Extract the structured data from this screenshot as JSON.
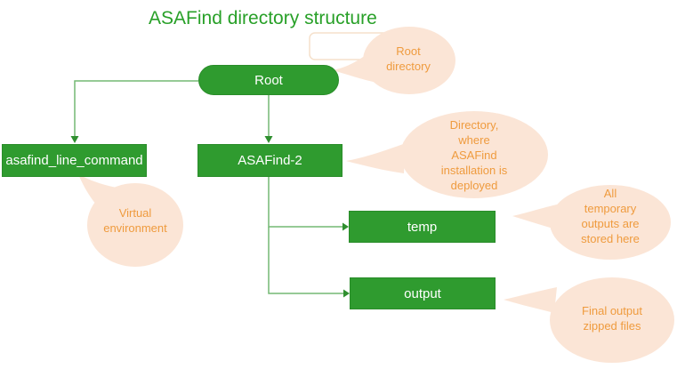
{
  "title": "ASAFind directory structure",
  "colors": {
    "node_fill": "#2f9b2f",
    "node_border": "#2a8c2a",
    "node_text": "#ffffff",
    "title_text": "#28a028",
    "connector_line": "#74b974",
    "arrowhead": "#2f8f2f",
    "callout_fill": "#fbe5d6",
    "callout_text": "#ef9b3e"
  },
  "nodes": {
    "root": {
      "label": "Root"
    },
    "asafind_line_command": {
      "label": "asafind_line_command"
    },
    "asafind2": {
      "label": "ASAFind-2"
    },
    "temp": {
      "label": "temp"
    },
    "output": {
      "label": "output"
    }
  },
  "callouts": {
    "root_directory": {
      "text": "Root\ndirectory"
    },
    "virtual_environment": {
      "text": "Virtual\nenvironment"
    },
    "installation_deployed": {
      "text": "Directory,\nwhere\nASAFind\ninstallation is\ndeployed"
    },
    "temp_outputs": {
      "text": "All\ntemporary\noutputs are\nstored here"
    },
    "final_output": {
      "text": "Final output\nzipped files"
    }
  }
}
